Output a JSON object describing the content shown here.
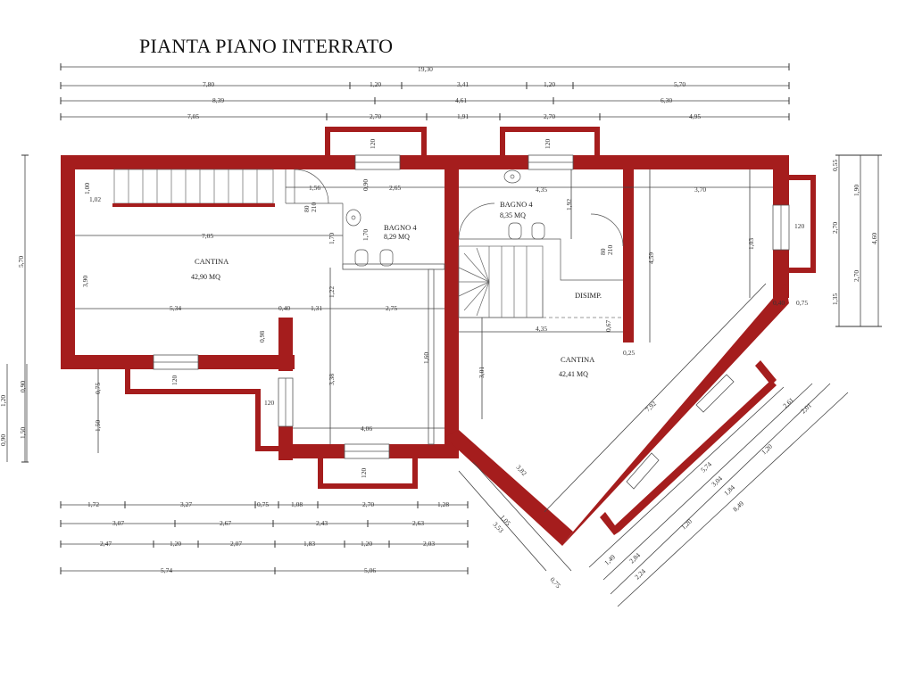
{
  "title": "PIANTA PIANO INTERRATO",
  "colors": {
    "wall": "#a51d1d",
    "line": "#444444",
    "background": "#ffffff"
  },
  "top_dims": {
    "total": "19,30",
    "row1": [
      "7,80",
      "1,20",
      "3,41",
      "1,20",
      "5,70"
    ],
    "row2": [
      "8,39",
      "4,61",
      "6,30"
    ],
    "row3": [
      "7,05",
      "2,70",
      "1,91",
      "2,70",
      "4,95"
    ]
  },
  "bottom_dims": {
    "row1": [
      "1,72",
      "3,27",
      "0,75",
      "1,08",
      "2,70",
      "1,28"
    ],
    "row2": [
      "3,07",
      "2,67",
      "2,43",
      "2,63"
    ],
    "row3": [
      "2,47",
      "1,20",
      "2,07",
      "1,83",
      "1,20",
      "2,03"
    ],
    "row4": [
      "5,74",
      "5,06"
    ]
  },
  "left_dims": {
    "outer": "5,70",
    "inner": "3,90",
    "side": [
      "0,90",
      "1,20",
      "0,90",
      "1,50"
    ],
    "small": [
      "0,75",
      "1,50"
    ]
  },
  "right_dims": {
    "col1": [
      "0,55",
      "2,70",
      "1,35"
    ],
    "col2": [
      "1,90",
      "2,70"
    ],
    "col3": "4,60",
    "misc": [
      "0,40",
      "0,75"
    ]
  },
  "diag_dims": [
    "2,61",
    "2,01",
    "5,74",
    "1,20",
    "3,04",
    "1,84",
    "8,49",
    "1,49",
    "2,84",
    "1,20",
    "2,24",
    "7,92",
    "3,82",
    "3,53",
    "0,75",
    "1,05"
  ],
  "rooms": [
    {
      "name": "CANTINA",
      "area": "42,90 MQ"
    },
    {
      "name": "BAGNO 4",
      "area": "8,29 MQ"
    },
    {
      "name": "BAGNO 4",
      "area": "8,35 MQ"
    },
    {
      "name": "DISIMP.",
      "area": ""
    },
    {
      "name": "CANTINA",
      "area": "42,41 MQ"
    }
  ],
  "inner_dims": {
    "a": "1,00",
    "b": "1,02",
    "c": "1,56",
    "d": "0,90",
    "e": "2,65",
    "f": "7,05",
    "g": "1,70",
    "h": "1,70",
    "i": "1,22",
    "j": "5,34",
    "k": "0,40",
    "l": "1,31",
    "m": "2,75",
    "n": "0,98",
    "o": "3,38",
    "p": "1,60",
    "q": "4,06",
    "r": "4,35",
    "s": "3,70",
    "t": "1,92",
    "u": "4,59",
    "v": "1,03",
    "w": "4,35",
    "x": "0,67",
    "y": "0,25",
    "z": "3,01"
  },
  "window_labels": {
    "w": "120",
    "h": "120"
  },
  "door_labels": {
    "a": "80",
    "b": "210"
  }
}
